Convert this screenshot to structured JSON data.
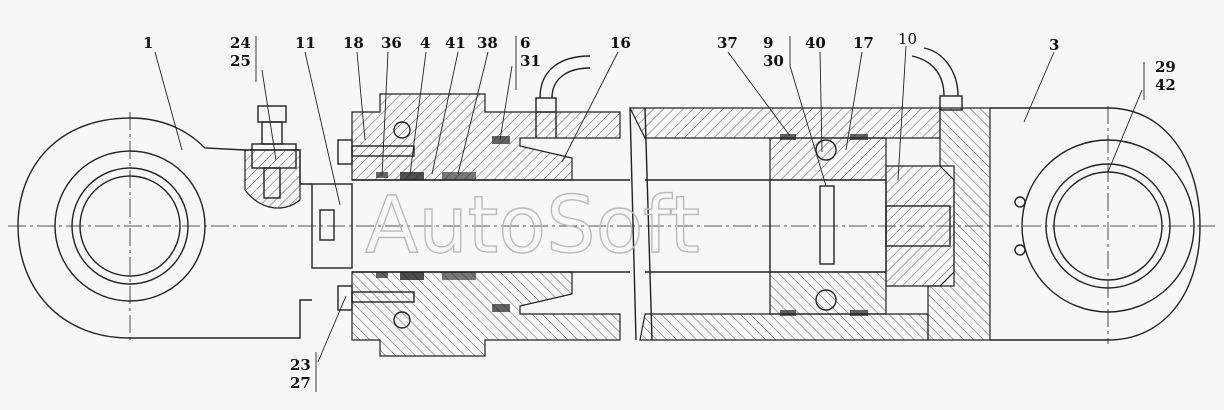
{
  "watermark": "AutoSoft",
  "callouts": [
    {
      "id": "c1",
      "label": "1"
    },
    {
      "id": "c24",
      "label": "24"
    },
    {
      "id": "c25",
      "label": "25"
    },
    {
      "id": "c11",
      "label": "11"
    },
    {
      "id": "c18",
      "label": "18"
    },
    {
      "id": "c36",
      "label": "36"
    },
    {
      "id": "c4",
      "label": "4"
    },
    {
      "id": "c41",
      "label": "41"
    },
    {
      "id": "c38",
      "label": "38"
    },
    {
      "id": "c6",
      "label": "6"
    },
    {
      "id": "c31",
      "label": "31"
    },
    {
      "id": "c16",
      "label": "16"
    },
    {
      "id": "c37",
      "label": "37"
    },
    {
      "id": "c9",
      "label": "9"
    },
    {
      "id": "c30",
      "label": "30"
    },
    {
      "id": "c40",
      "label": "40"
    },
    {
      "id": "c17",
      "label": "17"
    },
    {
      "id": "c10",
      "label": "10"
    },
    {
      "id": "c3",
      "label": "3"
    },
    {
      "id": "c29",
      "label": "29"
    },
    {
      "id": "c42",
      "label": "42"
    },
    {
      "id": "c23",
      "label": "23"
    },
    {
      "id": "c27",
      "label": "27"
    }
  ]
}
